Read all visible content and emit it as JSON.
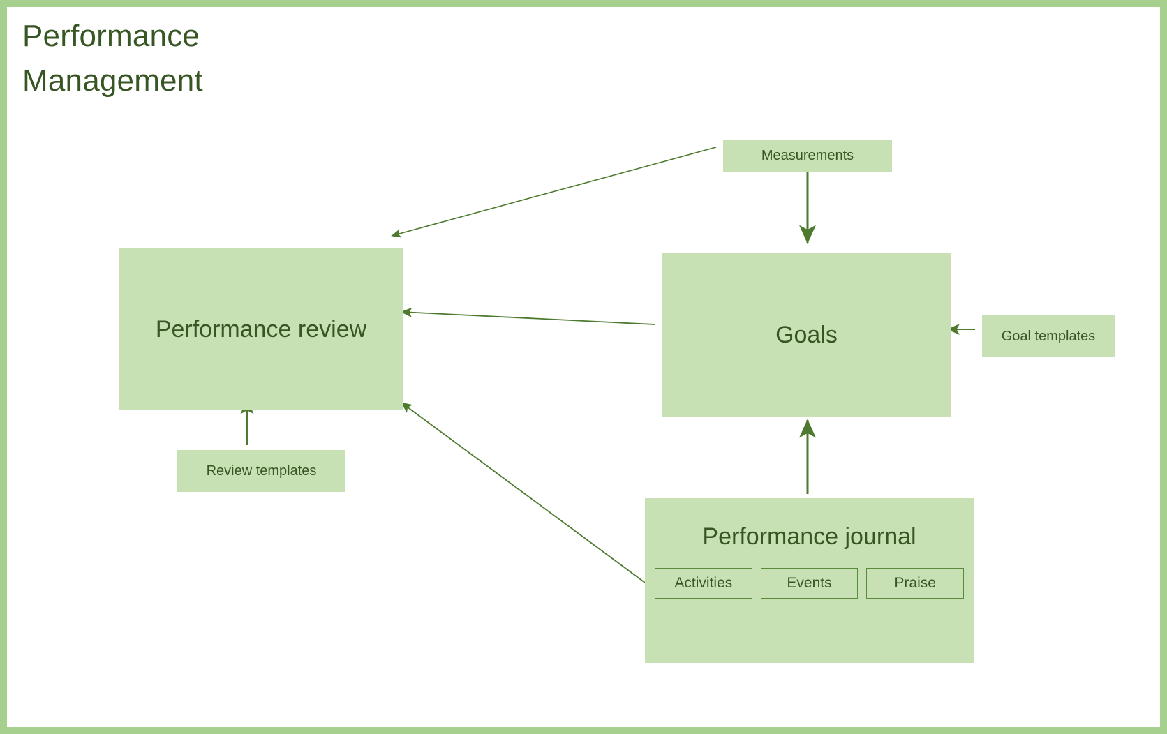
{
  "page": {
    "title": "Performance\nManagement",
    "border_color": "#a6d08e",
    "background": "#ffffff"
  },
  "colors": {
    "box_fill": "#c7e0b4",
    "text": "#375623",
    "connector": "#4e7a2f",
    "chip_border": "#5a8a3c"
  },
  "nodes": {
    "performance_review": {
      "label": "Performance review"
    },
    "goals": {
      "label": "Goals"
    },
    "measurements": {
      "label": "Measurements"
    },
    "goal_templates": {
      "label": "Goal templates"
    },
    "review_templates": {
      "label": "Review templates"
    },
    "performance_journal": {
      "label": "Performance journal",
      "chips": [
        {
          "label": "Activities"
        },
        {
          "label": "Events"
        },
        {
          "label": "Praise"
        }
      ]
    }
  },
  "connections": [
    {
      "from": "measurements",
      "to": "performance_review",
      "style": "diagonal-arrow"
    },
    {
      "from": "measurements",
      "to": "goals",
      "style": "vertical-arrow-down"
    },
    {
      "from": "goals",
      "to": "performance_review",
      "style": "horizontal-arrow-left"
    },
    {
      "from": "goal_templates",
      "to": "goals",
      "style": "horizontal-arrow-left"
    },
    {
      "from": "review_templates",
      "to": "performance_review",
      "style": "vertical-arrow-up"
    },
    {
      "from": "performance_journal",
      "to": "goals",
      "style": "vertical-arrow-up"
    },
    {
      "from": "performance_journal",
      "to": "performance_review",
      "style": "diagonal-arrow"
    }
  ]
}
